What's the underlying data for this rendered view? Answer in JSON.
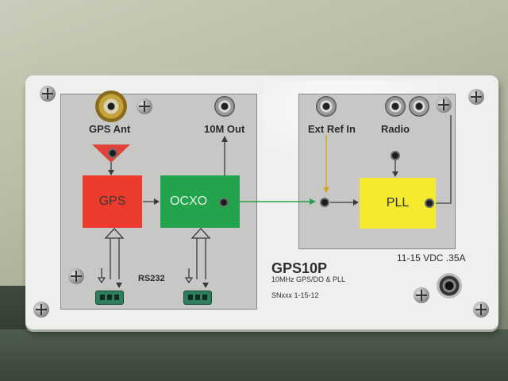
{
  "panel": {
    "title": "GPS10P",
    "subtitle": "10MHz GPS/DO & PLL",
    "serial": "SNxxx 1-15-12",
    "power_spec": "11-15 VDC .35A"
  },
  "labels": {
    "gps_ant": "GPS Ant",
    "out_10m": "10M Out",
    "ext_ref_in": "Ext Ref In",
    "radio": "Radio",
    "rs232": "RS232"
  },
  "blocks": {
    "gps": "GPS",
    "ocxo": "OCXO",
    "pll": "PLL"
  },
  "colors": {
    "gps_block": "#ea3b2c",
    "ocxo_block": "#23a44c",
    "pll_block": "#f4e92c",
    "antenna_triangle": "#e0433a",
    "ext_ref_arrow": "#d6a425"
  }
}
